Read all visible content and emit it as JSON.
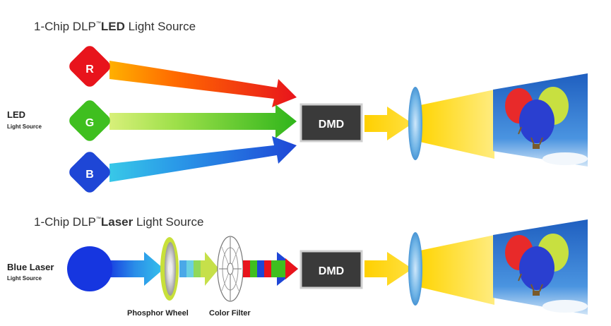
{
  "top_section": {
    "title_prefix": "1-Chip DLP",
    "title_tm": "™",
    "title_bold": "LED",
    "title_suffix": " Light Source",
    "side_label": "LED",
    "side_sublabel": "Light Source",
    "sources": [
      {
        "letter": "R",
        "color": "#e8141c"
      },
      {
        "letter": "G",
        "color": "#3fbf1f"
      },
      {
        "letter": "B",
        "color": "#1e46d6"
      }
    ],
    "dmd_label": "DMD"
  },
  "bottom_section": {
    "title_prefix": "1-Chip DLP",
    "title_tm": "™",
    "title_bold": "Laser",
    "title_suffix": " Light Source",
    "side_label": "Blue Laser",
    "side_sublabel": "Light Source",
    "phosphor_label": "Phosphor Wheel",
    "filter_label": "Color Filter",
    "dmd_label": "DMD"
  },
  "colors": {
    "red": "#e8141c",
    "green": "#3fbf1f",
    "blue": "#1e46d6",
    "laser_blue": "#1636e0",
    "dmd_fill": "#3a3a3a",
    "beam_yellow": "#ffd000",
    "lens": "#5aa8e0"
  }
}
